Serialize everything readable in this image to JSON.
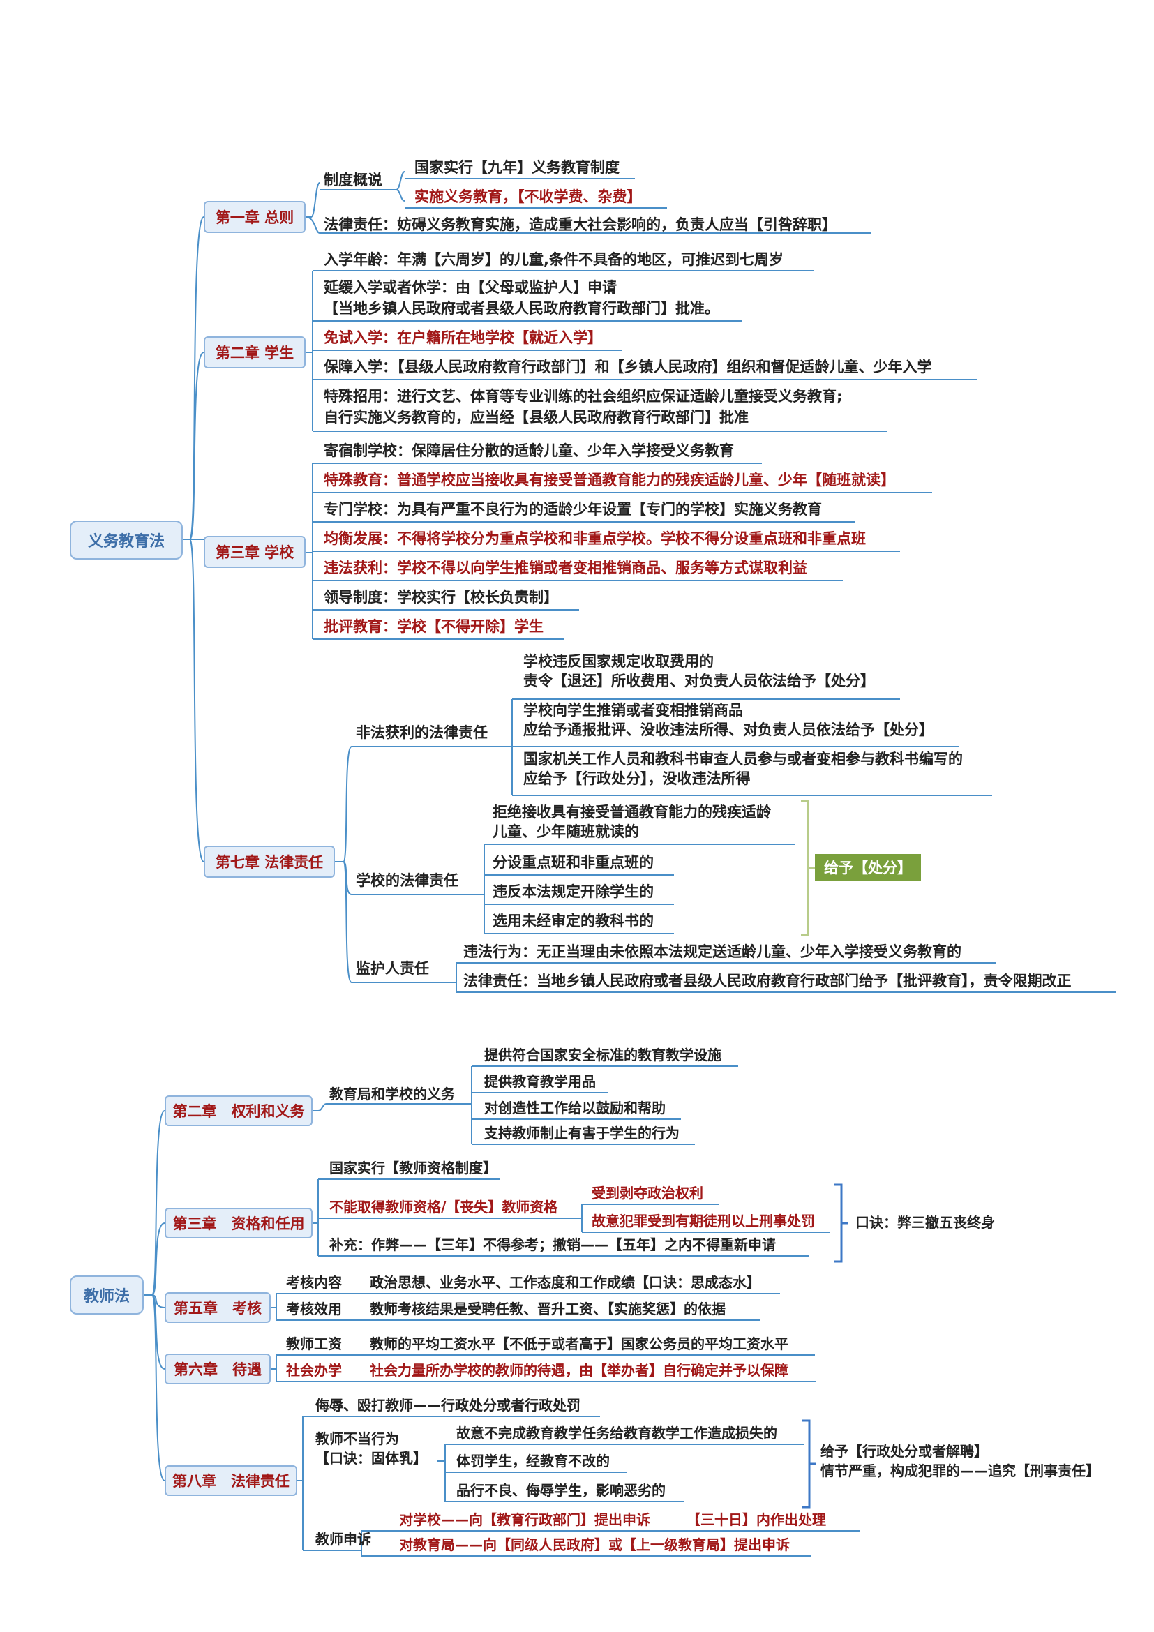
{
  "map1": {
    "root": "义务教育法",
    "ch1": {
      "title": "第一章 总则",
      "overview": "制度概说",
      "overview_items": [
        "国家实行【九年】义务教育制度",
        "实施义务教育，【不收学费、杂费】"
      ],
      "legal": "法律责任：妨碍义务教育实施，造成重大社会影响的，负责人应当【引咎辞职】"
    },
    "ch2": {
      "title": "第二章 学生",
      "items": [
        [
          "入学年龄：年满【六周岁】的儿童,条件不具备的地区，可推迟到七周岁"
        ],
        [
          "延缓入学或者休学：由【父母或监护人】申请",
          "【当地乡镇人民政府或者县级人民政府教育行政部门】批准。"
        ],
        [
          "免试入学：在户籍所在地学校【就近入学】"
        ],
        [
          "保障入学：【县级人民政府教育行政部门】和【乡镇人民政府】组织和督促适龄儿童、少年入学"
        ],
        [
          "特殊招用：进行文艺、体育等专业训练的社会组织应保证适龄儿童接受义务教育;",
          "自行实施义务教育的，应当经【县级人民政府教育行政部门】批准"
        ]
      ]
    },
    "ch3": {
      "title": "第三章 学校",
      "items": [
        "寄宿制学校：保障居住分散的适龄儿童、少年入学接受义务教育",
        "特殊教育：普通学校应当接收具有接受普通教育能力的残疾适龄儿童、少年【随班就读】",
        "专门学校：为具有严重不良行为的适龄少年设置【专门的学校】实施义务教育",
        "均衡发展：不得将学校分为重点学校和非重点学校。学校不得分设重点班和非重点班",
        "违法获利：学校不得以向学生推销或者变相推销商品、服务等方式谋取利益",
        "领导制度：学校实行【校长负责制】",
        "批评教育：学校【不得开除】学生"
      ]
    },
    "ch7": {
      "title": "第七章 法律责任",
      "illegal": {
        "label": "非法获利的法律责任",
        "items": [
          [
            "学校违反国家规定收取费用的",
            "责令【退还】所收费用、对负责人员依法给予【处分】"
          ],
          [
            "学校向学生推销或者变相推销商品",
            "应给予通报批评、没收违法所得、对负责人员依法给予【处分】"
          ],
          [
            "国家机关工作人员和教科书审查人员参与或者变相参与教科书编写的",
            "应给予【行政处分】，没收违法所得"
          ]
        ]
      },
      "school": {
        "label": "学校的法律责任",
        "items": [
          [
            "拒绝接收具有接受普通教育能力的残疾适龄",
            "儿童、少年随班就读的"
          ],
          [
            "分设重点班和非重点班的"
          ],
          [
            "违反本法规定开除学生的"
          ],
          [
            "选用未经审定的教科书的"
          ]
        ],
        "result": "给予【处分】"
      },
      "guardian": {
        "label": "监护人责任",
        "items": [
          "违法行为：无正当理由未依照本法规定送适龄儿童、少年入学接受义务教育的",
          "法律责任：当地乡镇人民政府或者县级人民政府教育行政部门给予【批评教育】，责令限期改正"
        ]
      }
    }
  },
  "map2": {
    "root": "教师法",
    "ch2": {
      "title": "第二章　权利和义务",
      "duty": "教育局和学校的义务",
      "items": [
        "提供符合国家安全标准的教育教学设施",
        "提供教育教学用品",
        "对创造性工作给以鼓励和帮助",
        "支持教师制止有害于学生的行为"
      ]
    },
    "ch3": {
      "title": "第三章　资格和任用",
      "system": "国家实行【教师资格制度】",
      "cannot": "不能取得教师资格/【丧失】教师资格",
      "cannot_items": [
        "受到剥夺政治权利",
        "故意犯罪受到有期徒刑以上刑事处罚"
      ],
      "supplement": "补充：作弊——【三年】不得参考；撤销——【五年】之内不得重新申请",
      "mnemonic": "口诀：弊三撤五丧终身"
    },
    "ch5": {
      "title": "第五章　考核",
      "rows": [
        {
          "label": "考核内容",
          "text": "政治思想、业务水平、工作态度和工作成绩【口诀：思成态水】"
        },
        {
          "label": "考核效用",
          "text": "教师考核结果是受聘任教、晋升工资、【实施奖惩】的依据"
        }
      ]
    },
    "ch6": {
      "title": "第六章　待遇",
      "rows": [
        {
          "label": "教师工资",
          "text": "教师的平均工资水平【不低于或者高于】国家公务员的平均工资水平"
        },
        {
          "label": "社会办学",
          "text": "社会力量所办学校的教师的待遇，由【举办者】自行确定并予以保障"
        }
      ]
    },
    "ch8": {
      "title": "第八章　法律责任",
      "insult": "侮辱、殴打教师——行政处分或者行政处罚",
      "improper": [
        "教师不当行为",
        "【口诀：固体乳】"
      ],
      "improper_items": [
        "故意不完成教育教学任务给教育教学工作造成损失的",
        "体罚学生，经教育不改的",
        "品行不良、侮辱学生，影响恶劣的"
      ],
      "improper_result": [
        "给予【行政处分或者解聘】",
        "情节严重，构成犯罪的——追究【刑事责任】"
      ],
      "appeal": "教师申诉",
      "appeal_items": [
        "对学校——向【教育行政部门】提出申诉",
        "对教育局——向【同级人民政府】或【上一级教育局】提出申诉"
      ],
      "appeal_deadline": "【三十日】内作出处理"
    }
  }
}
